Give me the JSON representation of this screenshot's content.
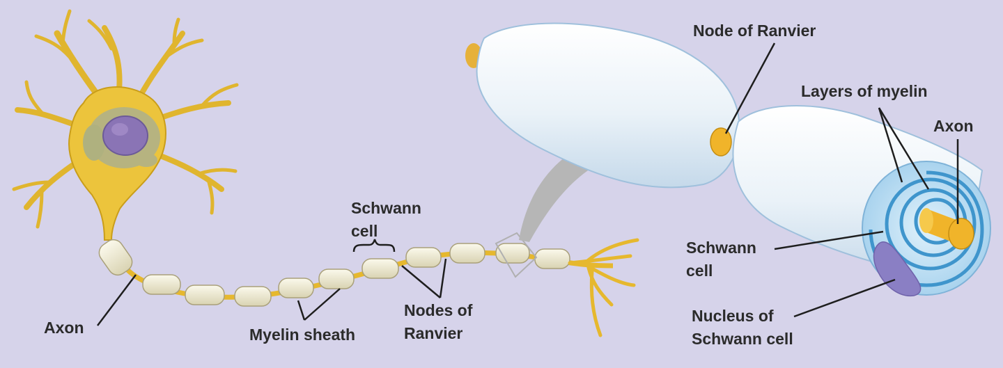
{
  "labels": {
    "axon_left": "Axon",
    "myelin_sheath": "Myelin sheath",
    "schwann_cell_top": "Schwann\ncell",
    "nodes_of_ranvier": "Nodes of\nRanvier",
    "node_of_ranvier": "Node of Ranvier",
    "layers_of_myelin": "Layers of myelin",
    "axon_right": "Axon",
    "schwann_cell_right": "Schwann\ncell",
    "nucleus_schwann": "Nucleus of\nSchwann cell"
  },
  "colors": {
    "background": "#d6d3ea",
    "neuron_yellow": "#e9c23a",
    "neuron_outline": "#c79a16",
    "myelin_segment": "#ece8cf",
    "myelin_cylinder": "#eaf2f8",
    "myelin_edge": "#8fb7d8",
    "myelin_layers": "#4f9fd2",
    "axon_core": "#f2b72c",
    "nucleus_purple": "#8a7fc4",
    "arrow_gray": "#b4b4b4",
    "leader_line": "#1e1e1e"
  },
  "icons": {
    "neuron": "neuron-cell-body-illustration",
    "zoom_arrow": "curved-magnify-arrow"
  }
}
